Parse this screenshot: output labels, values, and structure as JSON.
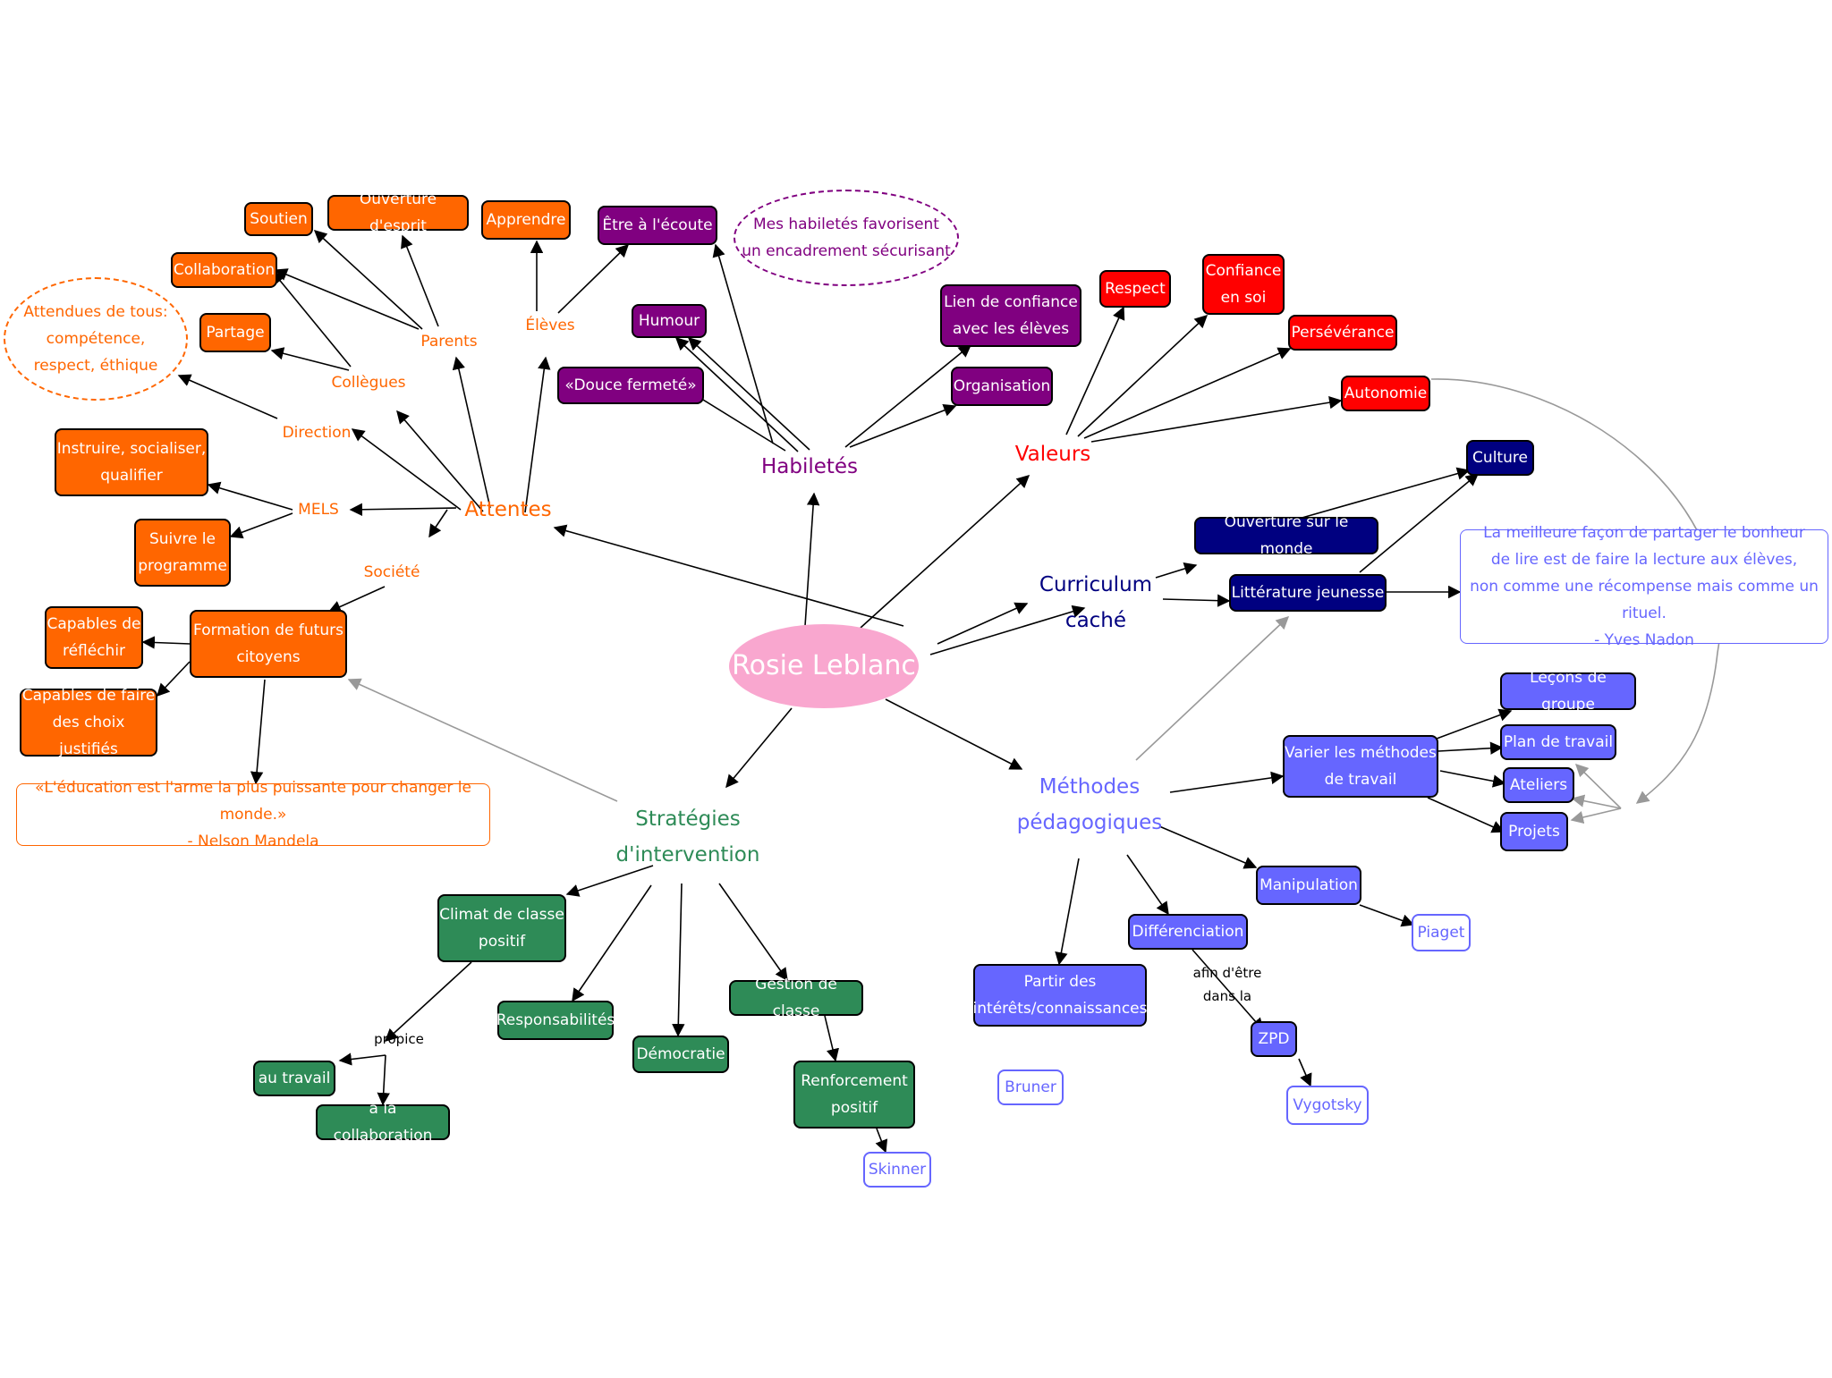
{
  "colors": {
    "orange": "#ff6600",
    "purple": "#800080",
    "red": "#ff0000",
    "navy": "#000080",
    "violet": "#6666ff",
    "green": "#2e8b57",
    "pink": "#f9a7cf"
  },
  "center": {
    "label": "Rosie Leblanc"
  },
  "branches": {
    "attentes": {
      "label": "Attentes"
    },
    "habiletes": {
      "label": "Habiletés"
    },
    "valeurs": {
      "label": "Valeurs"
    },
    "curriculum": {
      "label": "Curriculum\ncaché"
    },
    "methodes": {
      "label": "Méthodes\npédagogiques"
    },
    "strategies": {
      "label": "Stratégies\nd'intervention"
    }
  },
  "attentes": {
    "soutien": "Soutien",
    "ouverture": "Ouverture d'esprit",
    "apprendre": "Apprendre",
    "collaboration": "Collaboration",
    "partage": "Partage",
    "parents": "Parents",
    "eleves": "Élèves",
    "collegues": "Collègues",
    "direction": "Direction",
    "mels": "MELS",
    "societe": "Société",
    "tous": "Attendues de tous:\ncompétence,\nrespect, éthique",
    "instruire": "Instruire, socialiser,\nqualifier",
    "suivre": "Suivre le\nprogramme",
    "formation": "Formation de futurs\ncitoyens",
    "reflechir": "Capables de\nréfléchir",
    "choix": "Capables de faire\ndes choix justifiés",
    "mandela": "«L'éducation est l'arme la plus puissante pour changer le monde.»\n- Nelson Mandela"
  },
  "habiletes": {
    "ecoute": "Être à l'écoute",
    "humour": "Humour",
    "fermete": "«Douce fermeté»",
    "lien": "Lien de confiance\navec les élèves",
    "organisation": "Organisation",
    "note": "Mes habiletés favorisent\nun encadrement sécurisant"
  },
  "valeurs": {
    "respect": "Respect",
    "confiance": "Confiance\nen soi",
    "perseverance": "Persévérance",
    "autonomie": "Autonomie"
  },
  "curriculum": {
    "culture": "Culture",
    "ouverture": "Ouverture sur le monde",
    "litterature": "Littérature jeunesse",
    "nadon": "La meilleure façon de partager le bonheur\nde lire est de faire la lecture aux élèves,\nnon comme une récompense mais comme un rituel.\n- Yves Nadon"
  },
  "methodes": {
    "varier": "Varier les méthodes\nde travail",
    "lecons": "Leçons de groupe",
    "plan": "Plan de travail",
    "ateliers": "Ateliers",
    "projets": "Projets",
    "manipulation": "Manipulation",
    "piaget": "Piaget",
    "differenciation": "Différenciation",
    "afin": "afin d'être\ndans la",
    "zpd": "ZPD",
    "vygotsky": "Vygotsky",
    "partir": "Partir des\nintérêts/connaissances",
    "bruner": "Bruner"
  },
  "strategies": {
    "climat": "Climat de classe\npositif",
    "propice": "propice",
    "travail": "au travail",
    "collab": "à la collaboration",
    "responsabilites": "Responsabilités",
    "democratie": "Démocratie",
    "gestion": "Gestion de classe",
    "renforcement": "Renforcement\npositif",
    "skinner": "Skinner"
  }
}
